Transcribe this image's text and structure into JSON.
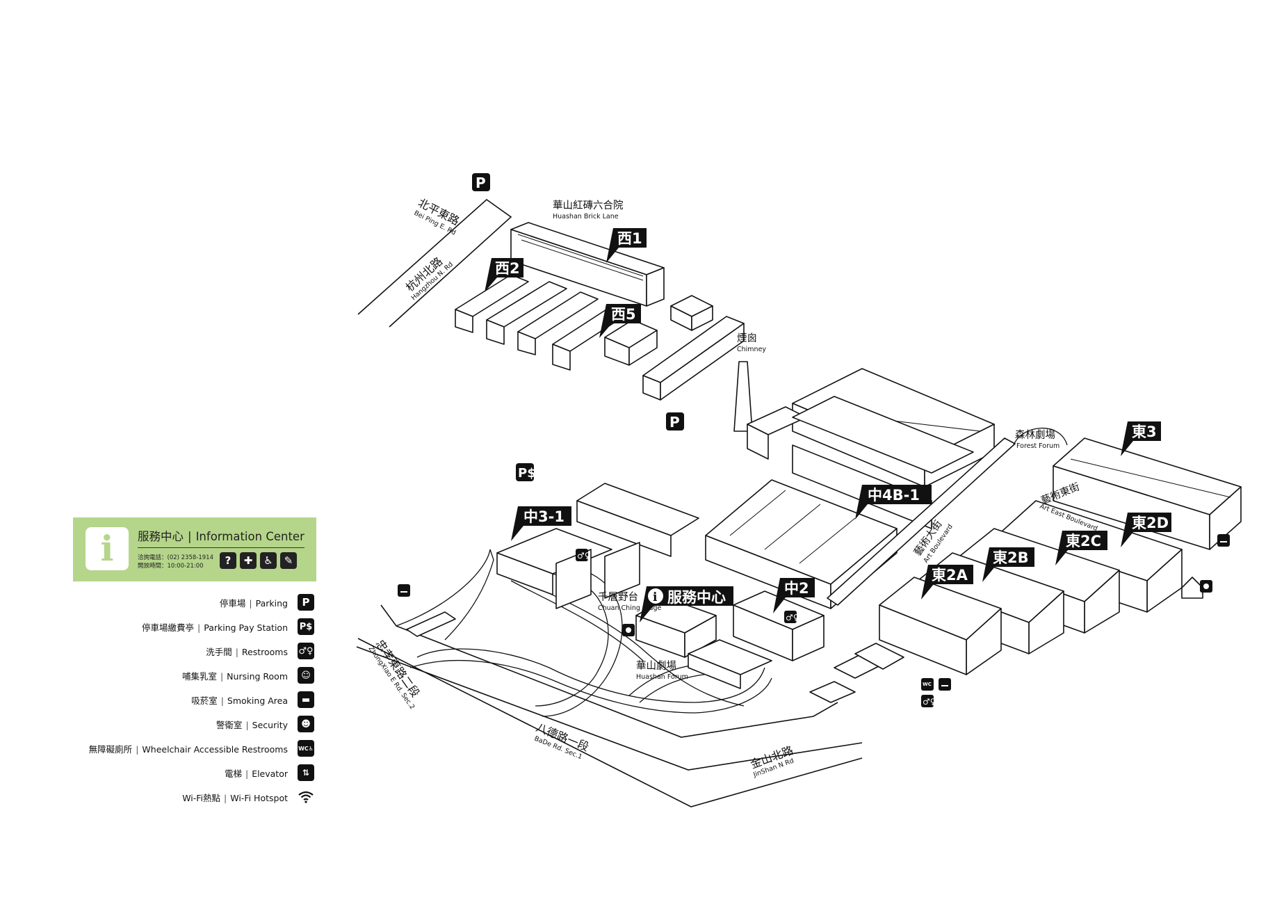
{
  "map": {
    "roads": [
      {
        "zh": "北平東路",
        "en": "Bei Ping E. Rd"
      },
      {
        "zh": "杭州北路",
        "en": "Hangzhou N. Rd"
      },
      {
        "zh": "忠孝東路二段",
        "en": "ZhongXiao E Rd. Sec.2"
      },
      {
        "zh": "八德路一段",
        "en": "BaDe Rd. Sec.1"
      },
      {
        "zh": "金山北路",
        "en": "JinShan N Rd"
      }
    ],
    "places": [
      {
        "zh": "華山紅磚六合院",
        "en": "Huashan Brick Lane"
      },
      {
        "zh": "煙囪",
        "en": "Chimney"
      },
      {
        "zh": "森林劇場",
        "en": "Forest Forum"
      },
      {
        "zh": "藝術東街",
        "en": "Art East Boulevard"
      },
      {
        "zh": "藝術大街",
        "en": "Art Boulevard"
      },
      {
        "zh": "千層野台",
        "en": "Chuan Ching Stage"
      },
      {
        "zh": "華山劇場",
        "en": "Huashan Forum"
      }
    ],
    "building_tags": [
      "西1",
      "西2",
      "西5",
      "中3-1",
      "中4B-1",
      "中2",
      "東3",
      "東2D",
      "東2C",
      "東2B",
      "東2A"
    ],
    "service_center_tag": "服務中心"
  },
  "info_center": {
    "title_zh": "服務中心",
    "title_en": "Information Center",
    "phone": "洽詢電話：(02) 2358-1914",
    "hours": "開放時間：10:00-21:00",
    "service_icons": [
      "question-icon",
      "first-aid-icon",
      "wheelchair-icon",
      "stroller-icon"
    ]
  },
  "legend": [
    {
      "zh": "停車場",
      "en": "Parking",
      "icon": "parking-icon"
    },
    {
      "zh": "停車場繳費亭",
      "en": "Parking Pay Station",
      "icon": "parking-pay-icon"
    },
    {
      "zh": "洗手間",
      "en": "Restrooms",
      "icon": "restroom-icon"
    },
    {
      "zh": "哺集乳室",
      "en": "Nursing Room",
      "icon": "nursing-room-icon"
    },
    {
      "zh": "吸菸室",
      "en": "Smoking Area",
      "icon": "smoking-icon"
    },
    {
      "zh": "警衛室",
      "en": "Security",
      "icon": "security-icon"
    },
    {
      "zh": "無障礙廁所",
      "en": "Wheelchair Accessible Restrooms",
      "icon": "accessible-wc-icon"
    },
    {
      "zh": "電梯",
      "en": "Elevator",
      "icon": "elevator-icon"
    },
    {
      "zh": "Wi-Fi熱點",
      "en": "Wi-Fi Hotspot",
      "icon": "wifi-icon"
    }
  ]
}
